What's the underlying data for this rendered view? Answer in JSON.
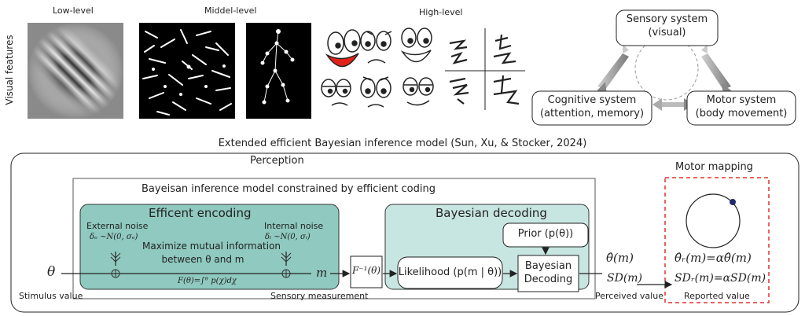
{
  "visual_features": {
    "side_label": "Visual features",
    "low_label": "Low-level",
    "mid_label": "Middel-level",
    "high_label": "High-level"
  },
  "systems": {
    "sensory_line1": "Sensory system",
    "sensory_line2": "(visual)",
    "cognitive_line1": "Cognitive system",
    "cognitive_line2": "(attention, memory)",
    "motor_line1": "Motor system",
    "motor_line2": "(body movement)"
  },
  "model": {
    "title": "Extended efficient Bayesian inference model (Sun, Xu, & Stocker, 2024)",
    "perception_label": "Perception",
    "motor_mapping_label": "Motor mapping",
    "inner_title": "Bayeisan inference model constrained by efficient coding",
    "encoding": {
      "title": "Efficent encoding",
      "external_noise": "External noise",
      "external_formula": "δₑ ~N(0, σₑ)",
      "internal_noise": "Internal noise",
      "internal_formula": "δᵢ ~N(0, σᵢ)",
      "mutual_info_line1": "Maximize mutual information",
      "mutual_info_line2": "between θ and m",
      "cdf_formula": "F(θ)=∫ᶿ p(χ)dχ"
    },
    "decoding": {
      "title": "Bayesian decoding",
      "prior": "Prior (p(θ))",
      "likelihood": "Likelihood (p(m | θ))",
      "bayes_line1": "Bayesian",
      "bayes_line2": "Decoding"
    },
    "theta_symbol": "θ",
    "m_symbol": "m",
    "inverse_f": "F⁻¹(θ)",
    "perceived_mean": "θ̂(m)",
    "perceived_sd": "SD(m)",
    "reported_mean": "θ̂ᵣ(m)=αθ̂(m)",
    "reported_sd": "SDᵣ(m)=αSD(m)",
    "stimulus_value_label": "Stimulus value",
    "sensory_measurement_label": "Sensory measurement",
    "perceived_value_label": "Perceived value",
    "reported_value_label": "Reported value"
  },
  "colors": {
    "encoding_fill": "#8fc9bf",
    "decoding_fill": "#c8e6e1",
    "motor_border": "#e0302b",
    "dot": "#1f2a6b"
  }
}
